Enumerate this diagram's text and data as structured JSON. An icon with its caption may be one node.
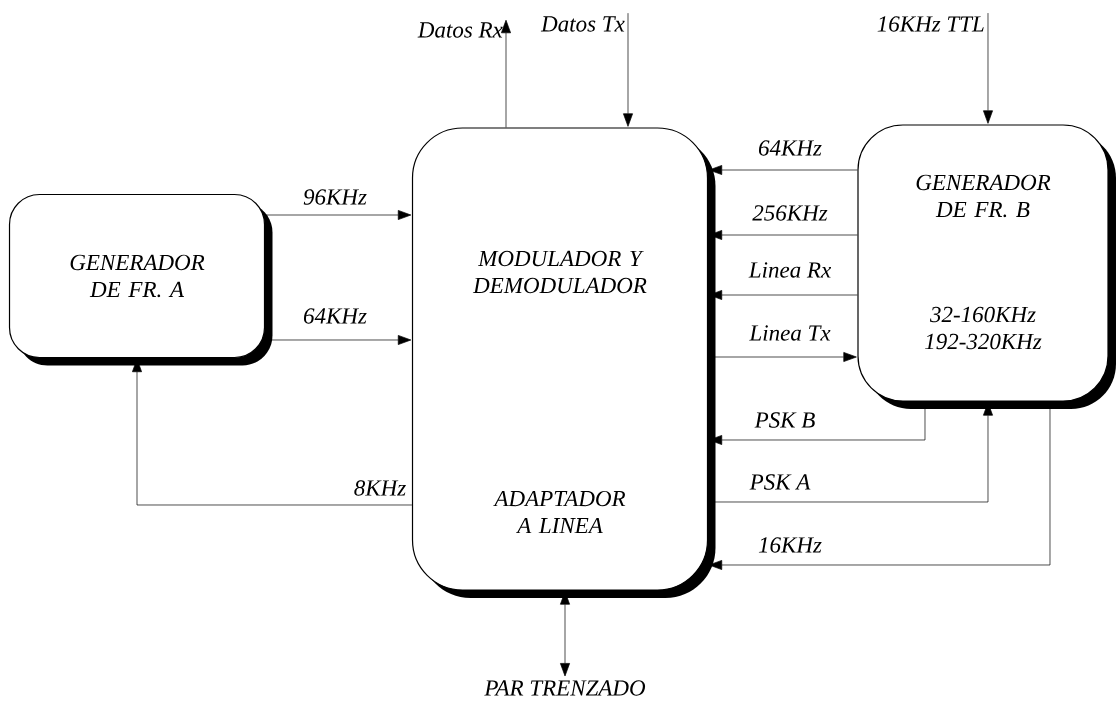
{
  "diagram": {
    "nodes": [
      {
        "text": [
          "GENERADOR DE FR. A"
        ]
      },
      {
        "text": [
          "MODULADOR Y DEMODULADOR",
          "ADAPTADOR A LINEA"
        ]
      },
      {
        "text": [
          "GENERADOR DE FR. B",
          "32-160KHz 192-320KHz"
        ]
      },
      {
        "text": [
          "Datos Rx"
        ]
      },
      {
        "text": [
          "Datos Tx"
        ]
      },
      {
        "text": [
          "16KHz TTL"
        ]
      },
      {
        "text": [
          "PAR TRENZADO"
        ]
      }
    ],
    "edges": [
      {
        "from": 0,
        "to": 1,
        "arrow": "to",
        "label": "96KHz"
      },
      {
        "from": 0,
        "to": 1,
        "arrow": "to",
        "label": "64KHz"
      },
      {
        "from": 1,
        "to": 0,
        "arrow": "to",
        "label": "8KHz"
      },
      {
        "from": 1,
        "to": 3,
        "arrow": "to"
      },
      {
        "from": 4,
        "to": 1,
        "arrow": "to"
      },
      {
        "from": 5,
        "to": 2,
        "arrow": "to"
      },
      {
        "from": 1,
        "to": 6,
        "arrow": "both"
      },
      {
        "from": 2,
        "to": 1,
        "arrow": "to",
        "label": "64KHz"
      },
      {
        "from": 2,
        "to": 1,
        "arrow": "to",
        "label": "256KHz"
      },
      {
        "from": 2,
        "to": 1,
        "arrow": "to",
        "label": "Linea Rx"
      },
      {
        "from": 1,
        "to": 2,
        "arrow": "to",
        "label": "Linea Tx"
      },
      {
        "from": 2,
        "to": 1,
        "arrow": "to",
        "label": "PSK B"
      },
      {
        "from": 1,
        "to": 2,
        "arrow": "to",
        "label": "PSK A"
      },
      {
        "from": 2,
        "to": 1,
        "arrow": "to",
        "label": "16KHz"
      }
    ]
  }
}
